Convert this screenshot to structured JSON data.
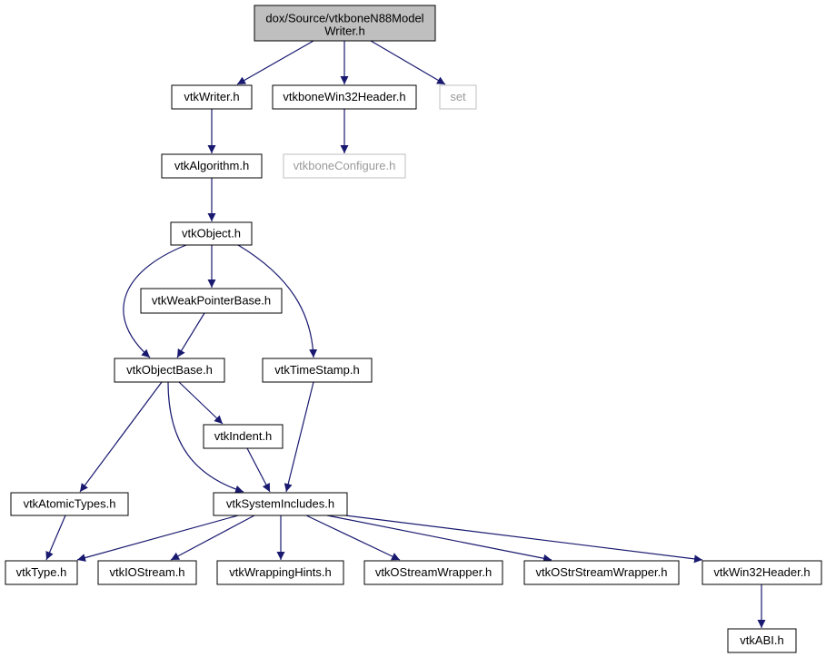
{
  "colors": {
    "edge": "#191970",
    "root_fill": "#bfbfbf",
    "node_border": "#000000",
    "external_border": "#bfbfbf",
    "external_text": "#9a9a9a"
  },
  "nodes": {
    "root": {
      "label_line1": "dox/Source/vtkboneN88Model",
      "label_line2": "Writer.h"
    },
    "writer": {
      "label": "vtkWriter.h"
    },
    "win32hdr": {
      "label": "vtkboneWin32Header.h"
    },
    "set": {
      "label": "set"
    },
    "algorithm": {
      "label": "vtkAlgorithm.h"
    },
    "configure": {
      "label": "vtkboneConfigure.h"
    },
    "object": {
      "label": "vtkObject.h"
    },
    "weakptr": {
      "label": "vtkWeakPointerBase.h"
    },
    "objectbase": {
      "label": "vtkObjectBase.h"
    },
    "timestamp": {
      "label": "vtkTimeStamp.h"
    },
    "indent": {
      "label": "vtkIndent.h"
    },
    "atomic": {
      "label": "vtkAtomicTypes.h"
    },
    "sysincl": {
      "label": "vtkSystemIncludes.h"
    },
    "type": {
      "label": "vtkType.h"
    },
    "iostream": {
      "label": "vtkIOStream.h"
    },
    "wraphints": {
      "label": "vtkWrappingHints.h"
    },
    "ostream": {
      "label": "vtkOStreamWrapper.h"
    },
    "ostrstream": {
      "label": "vtkOStrStreamWrapper.h"
    },
    "vtkwin32": {
      "label": "vtkWin32Header.h"
    },
    "abi": {
      "label": "vtkABI.h"
    }
  }
}
